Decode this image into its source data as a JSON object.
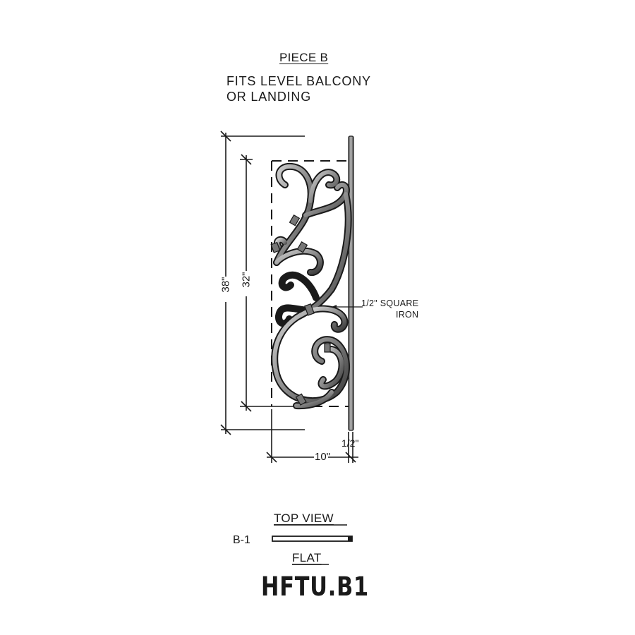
{
  "header": {
    "title": "PIECE B",
    "subtitle_line1": "FITS LEVEL BALCONY",
    "subtitle_line2": "OR LANDING"
  },
  "drawing": {
    "dimensions": {
      "overall_height": "38\"",
      "panel_height": "32\"",
      "width": "10\"",
      "bar_thickness": "1/2\""
    },
    "callout_line1": "1/2\" SQUARE",
    "callout_line2": "IRON"
  },
  "top_view": {
    "title": "TOP VIEW",
    "label": "B-1",
    "caption": "FLAT"
  },
  "product_code": "HFTU.B1",
  "colors": {
    "ink": "#1a1a1a",
    "iron_dark": "#2b2b2b",
    "iron_mid": "#8a8a8a",
    "iron_light": "#c8c8c8"
  }
}
